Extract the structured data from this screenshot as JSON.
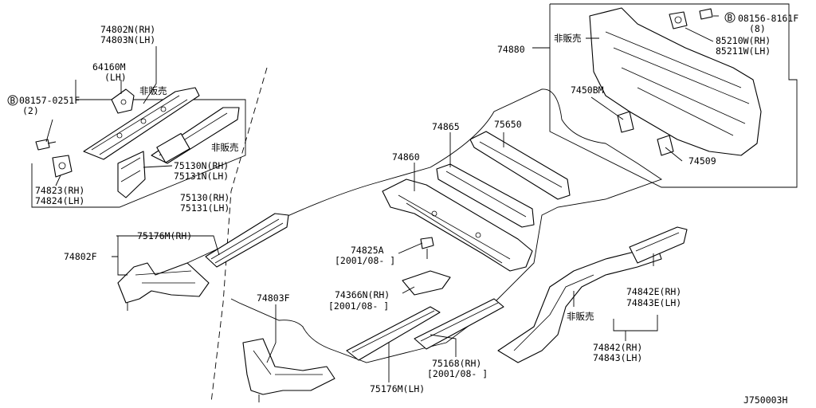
{
  "diagram_id": "J750003H",
  "labels": {
    "p74802N": "74802N(RH)",
    "p74803N": "74803N(LH)",
    "p64160M": "64160M",
    "p64160M_side": "(LH)",
    "not_sold": "非販売",
    "b08157": "08157-0251F",
    "b08157_qty": "(2)",
    "p74823": "74823(RH)",
    "p74824": "74824(LH)",
    "p75130N": "75130N(RH)",
    "p75131N": "75131N(LH)",
    "p75130": "75130(RH)",
    "p75131": "75131(LH)",
    "p75176M_rh": "75176M(RH)",
    "p74802F": "74802F",
    "p74803F": "74803F",
    "p75176M_lh": "75176M(LH)",
    "p74860": "74860",
    "p74865": "74865",
    "p75650": "75650",
    "p74880": "74880",
    "p7450BM": "7450BM",
    "p74509": "74509",
    "b08156": "08156-8161F",
    "b08156_qty": "(8)",
    "p85210W": "85210W(RH)",
    "p85211W": "85211W(LH)",
    "p74825A": "74825A",
    "p74825A_date": "[2001/08-  ]",
    "p74366N": "74366N(RH)",
    "p74366N_date": "[2001/08-  ]",
    "p75168": "75168(RH)",
    "p75168_date": "[2001/08-  ]",
    "p74842E": "74842E(RH)",
    "p74843E": "74843E(LH)",
    "p74842": "74842(RH)",
    "p74843": "74843(LH)",
    "bolt_marker": "B"
  }
}
